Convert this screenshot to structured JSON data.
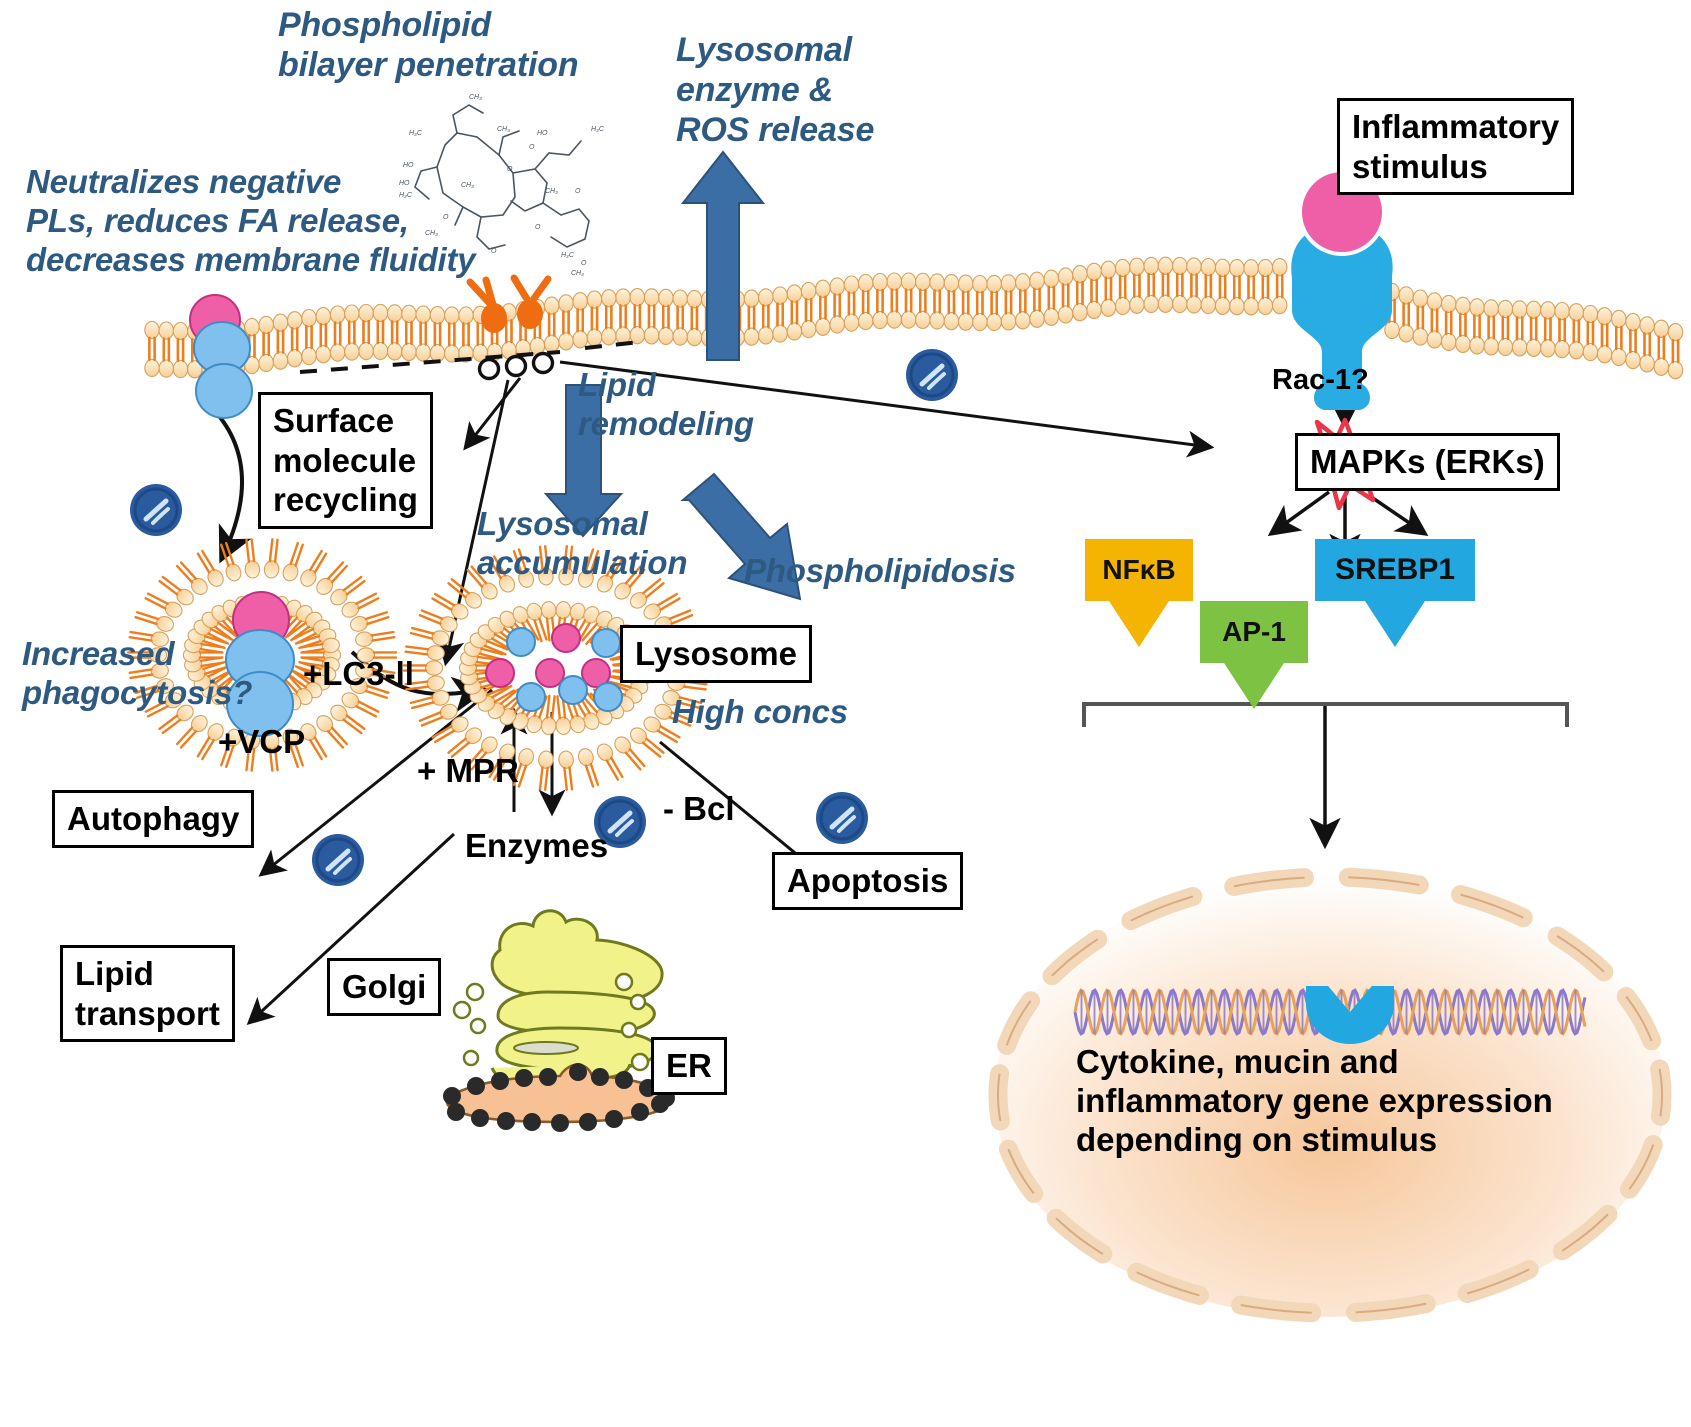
{
  "figure": {
    "title": "Macrolide cellular mechanism pathway diagram",
    "palette": {
      "blue_text": "#2e5a82",
      "arrow_blue": "#3a6ea5",
      "membrane_head": "#fbe2b8",
      "membrane_tail": "#f07d1c",
      "drug_particle": "#2a5b9e",
      "receptor_cyan": "#29ace3",
      "ligand_pink": "#ef5fa7",
      "nfkb_gold": "#f5b401",
      "ap1_green": "#7dc242",
      "srebp1_blue": "#22a7e0",
      "star_red": "#e8364a",
      "golgi_yellow": "#f2f28a",
      "er_orange": "#f7c193",
      "nucleus_orange": "#f9dcc0"
    }
  },
  "annotations": {
    "phospholipid_penetration": "Phospholipid\nbilayer penetration",
    "lysosomal_release": "Lysosomal\nenzyme &\nROS release",
    "neutralizes": "Neutralizes negative\nPLs, reduces FA release,\ndecreases membrane fluidity",
    "lipid_remodeling": "Lipid\nremodeling",
    "lysosomal_accumulation": "Lysosomal\naccumulation",
    "phospholipidosis": "Phospholipidosis",
    "increased_phagocytosis": "Increased\nphagocytosis?",
    "high_concs": "High concs"
  },
  "markers": {
    "lc3ii": "+LC3-ll",
    "vcp": "+VCP",
    "mpr": "+ MPR",
    "bcl": "- Bcl",
    "enzymes": "Enzymes",
    "rac1": "Rac-1?"
  },
  "boxes": {
    "inflammatory_stimulus": "Inflammatory\nstimulus",
    "surface_molecule_recycling": "Surface\nmolecule\nrecycling",
    "mapks": "MAPKs (ERKs)",
    "lysosome": "Lysosome",
    "autophagy": "Autophagy",
    "apoptosis": "Apoptosis",
    "lipid_transport": "Lipid\ntransport",
    "golgi": "Golgi",
    "er": "ER"
  },
  "transcription_factors": [
    {
      "label": "NFκB",
      "color": "#f5b401"
    },
    {
      "label": "AP-1",
      "color": "#7dc242"
    },
    {
      "label": "SREBP1",
      "color": "#22a7e0"
    }
  ],
  "nucleus": {
    "caption": "Cytokine, mucin and\ninflammatory gene expression\ndepending on stimulus"
  },
  "icons": {
    "drug_particle": "drug-particle-icon",
    "receptor": "membrane-receptor-icon",
    "ligand": "ligand-icon",
    "mapk_star": "activation-star-icon",
    "dna_helix": "dna-helix-icon",
    "chemical_structure": "macrolide-structure-icon"
  }
}
